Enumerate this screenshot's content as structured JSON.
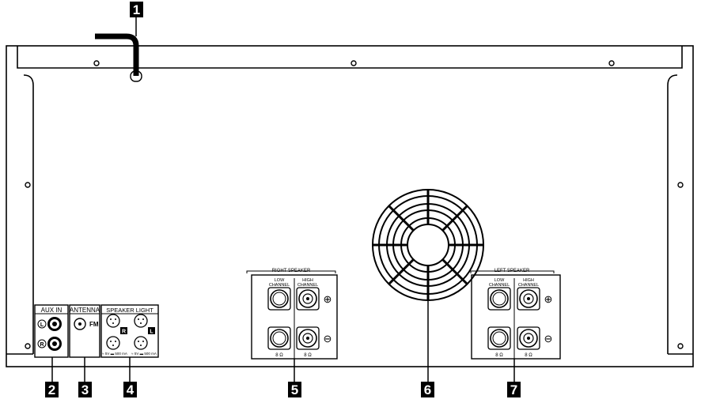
{
  "callouts": [
    "1",
    "2",
    "3",
    "4",
    "5",
    "6",
    "7"
  ],
  "aux_in": {
    "title": "AUX IN",
    "left": "L",
    "right": "R"
  },
  "antenna": {
    "title": "ANTENNA",
    "fm": "FM"
  },
  "speaker_light": {
    "title": "SPEAKER LIGHT",
    "right": "R",
    "left": "L",
    "note_right": "≈ 5V ▬ 500 mA",
    "note_left": "≈ 5V ▬ 500 mA"
  },
  "right_speaker": {
    "title": "RIGHT SPEAKER",
    "low_line1": "LOW",
    "low_line2": "CHANNEL",
    "high_line1": "HIGH",
    "high_line2": "CHANNEL",
    "ohm_low": "8 Ω",
    "ohm_high": "8 Ω",
    "plus": "⊕",
    "minus": "⊖"
  },
  "left_speaker": {
    "title": "LEFT SPEAKER",
    "low_line1": "LOW",
    "low_line2": "CHANNEL",
    "high_line1": "HIGH",
    "high_line2": "CHANNEL",
    "ohm_low": "8 Ω",
    "ohm_high": "8 Ω",
    "plus": "⊕",
    "minus": "⊖"
  }
}
